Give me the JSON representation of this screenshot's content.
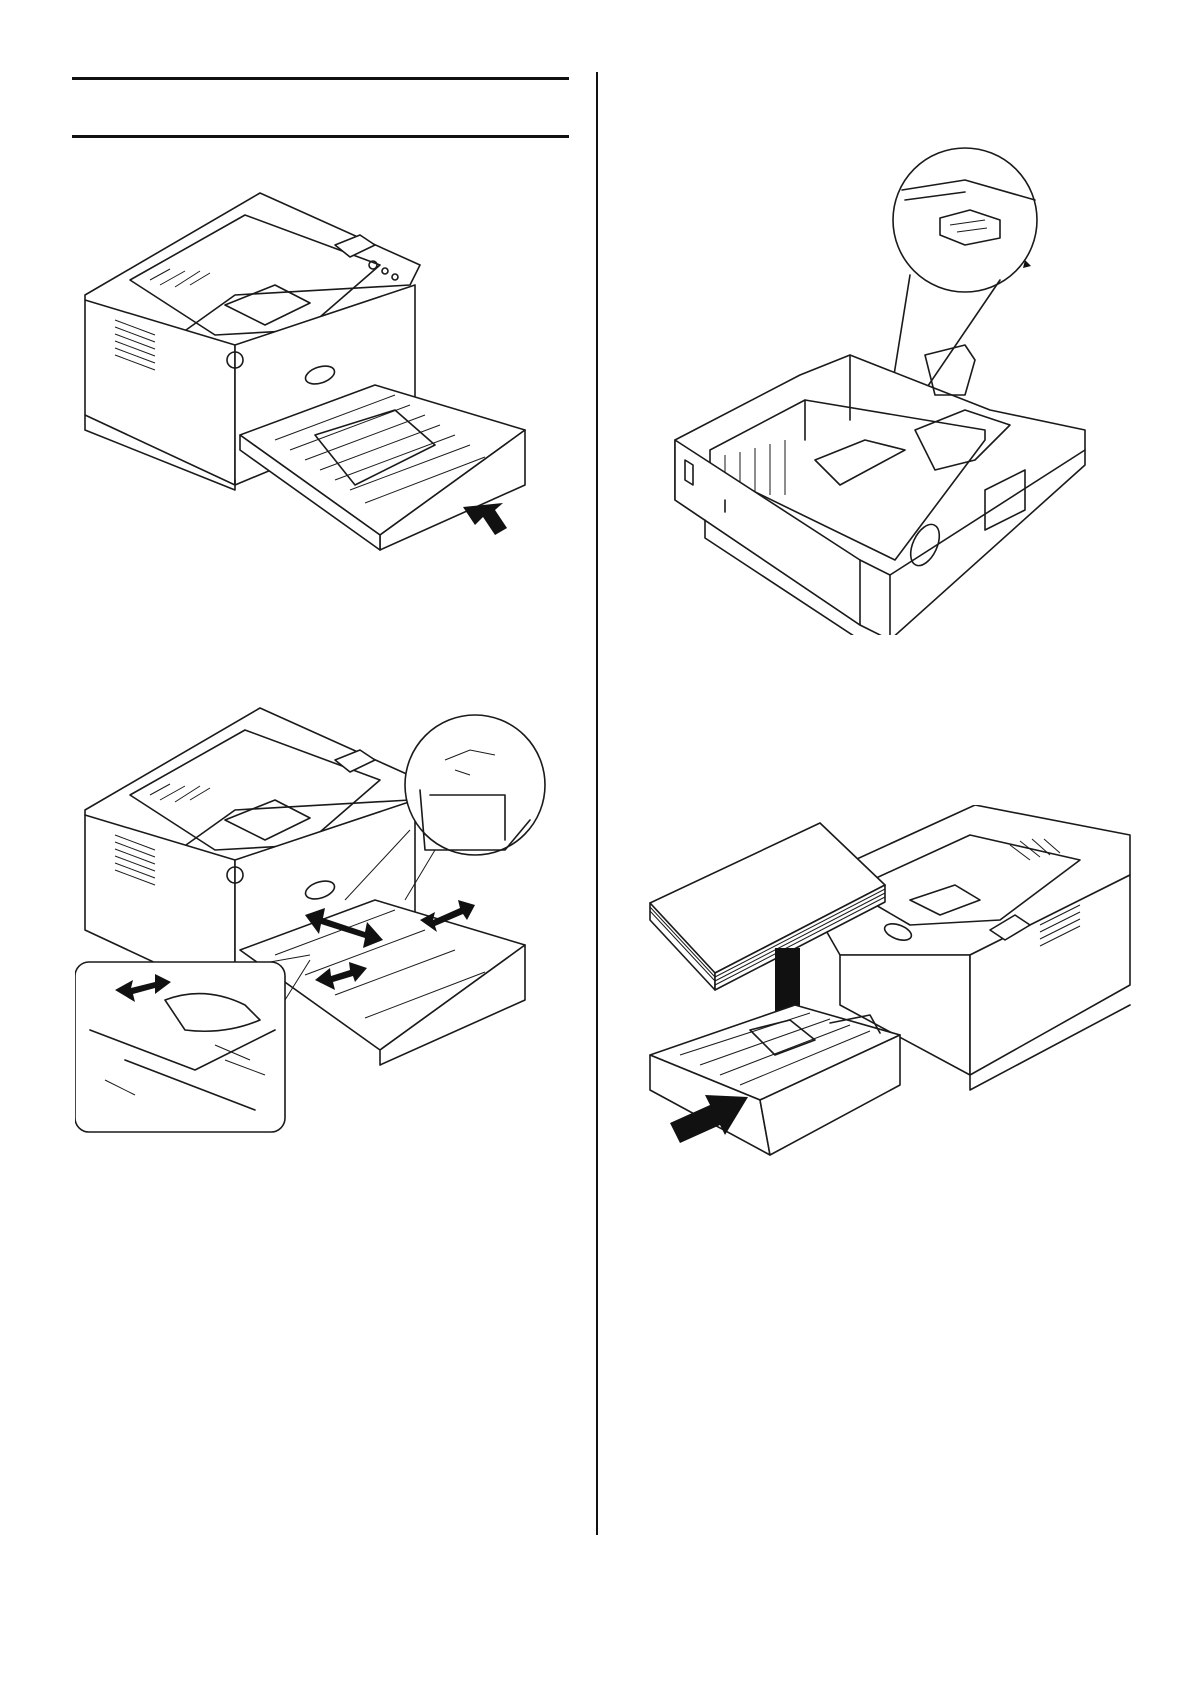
{
  "page": {
    "section_title": "",
    "steps": []
  },
  "illustrations": [
    {
      "name": "printer-tray-pull-out",
      "icon": "arrow-right-down-icon"
    },
    {
      "name": "printer-tray-adjust-guides",
      "icon": "double-arrow-icon"
    },
    {
      "name": "paper-tray-stopper-detail",
      "icon": "zoom-callout-icon"
    },
    {
      "name": "load-paper-insert-tray",
      "icon": "arrow-down-icon"
    }
  ]
}
